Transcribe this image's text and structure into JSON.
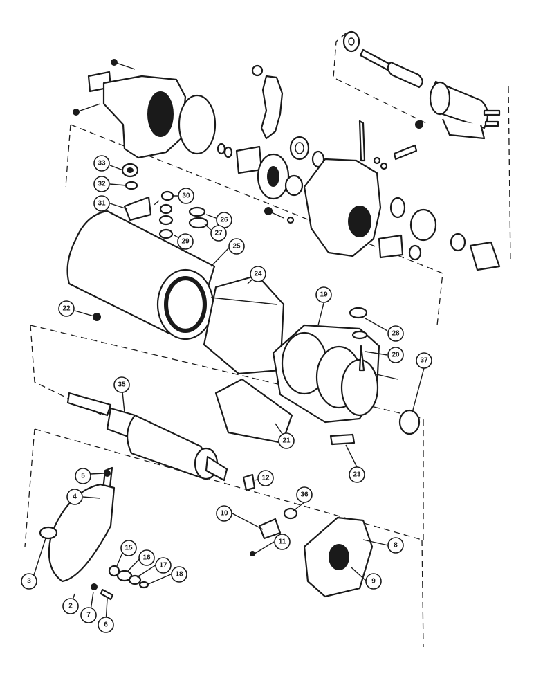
{
  "callouts": [
    {
      "id": "c33",
      "label": "33"
    },
    {
      "id": "c32",
      "label": "32"
    },
    {
      "id": "c31",
      "label": "31"
    },
    {
      "id": "c30",
      "label": "30"
    },
    {
      "id": "c26",
      "label": "26"
    },
    {
      "id": "c27",
      "label": "27"
    },
    {
      "id": "c29",
      "label": "29"
    },
    {
      "id": "c25",
      "label": "25"
    },
    {
      "id": "c24",
      "label": "24"
    },
    {
      "id": "c22",
      "label": "22"
    },
    {
      "id": "c19",
      "label": "19"
    },
    {
      "id": "c28",
      "label": "28"
    },
    {
      "id": "c20",
      "label": "20"
    },
    {
      "id": "c37",
      "label": "37"
    },
    {
      "id": "c35",
      "label": "35"
    },
    {
      "id": "c21",
      "label": "21"
    },
    {
      "id": "c23",
      "label": "23"
    },
    {
      "id": "c5",
      "label": "5"
    },
    {
      "id": "c4",
      "label": "4"
    },
    {
      "id": "c12",
      "label": "12"
    },
    {
      "id": "c36",
      "label": "36"
    },
    {
      "id": "c10",
      "label": "10"
    },
    {
      "id": "c11",
      "label": "11"
    },
    {
      "id": "c8",
      "label": "8"
    },
    {
      "id": "c15",
      "label": "15"
    },
    {
      "id": "c16",
      "label": "16"
    },
    {
      "id": "c17",
      "label": "17"
    },
    {
      "id": "c18",
      "label": "18"
    },
    {
      "id": "c3",
      "label": "3"
    },
    {
      "id": "c9",
      "label": "9"
    },
    {
      "id": "c2",
      "label": "2"
    },
    {
      "id": "c7",
      "label": "7"
    },
    {
      "id": "c6",
      "label": "6"
    }
  ]
}
